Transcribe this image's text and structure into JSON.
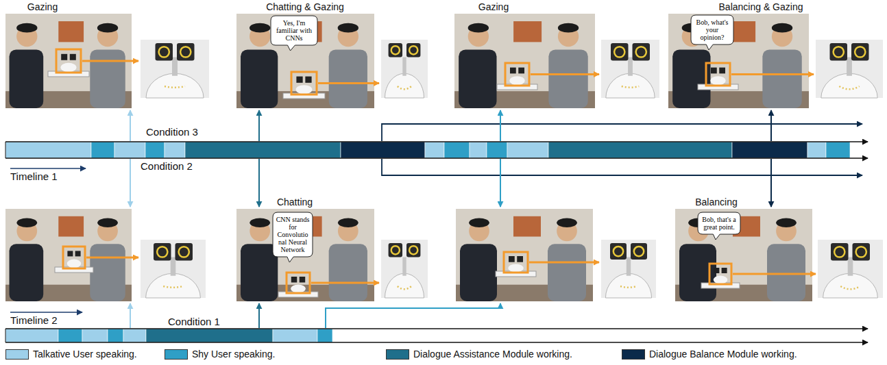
{
  "diagram": {
    "nodes": [
      {
        "text": [
          "Gazing"
        ]
      },
      {
        "text": [
          "Chatting & Gazing"
        ]
      },
      {
        "text": [
          "Yes, I'm familiar with CNNs"
        ],
        "in": 1
      },
      {
        "text": [
          "Gazing"
        ]
      },
      {
        "text": [
          "Balancing & Gazing"
        ]
      },
      {
        "text": [
          "Bob, what's your opinion?"
        ],
        "in": 4
      },
      {
        "text": [
          "Chatting"
        ]
      },
      {
        "text": [
          "CNN stands for Convolutio nal Neural Network"
        ],
        "in": 6
      },
      {
        "text": [
          "Balancing"
        ]
      },
      {
        "text": [
          "Bob, that's a great point."
        ],
        "in": 8
      }
    ],
    "labels": [
      "Condition 3",
      "Condition 2",
      "Timeline 1",
      "Timeline 2",
      "Condition 1"
    ],
    "legend": [
      {
        "text": "Talkative User speaking.",
        "color": "#9ed0ea"
      },
      {
        "text": "Shy User speaking.",
        "color": "#2f9fc6"
      },
      {
        "text": "Dialogue Assistance Module working.",
        "color": "#1f6f8b"
      },
      {
        "text": "Dialogue Balance Module  working.",
        "color": "#0b2a4a"
      }
    ]
  }
}
